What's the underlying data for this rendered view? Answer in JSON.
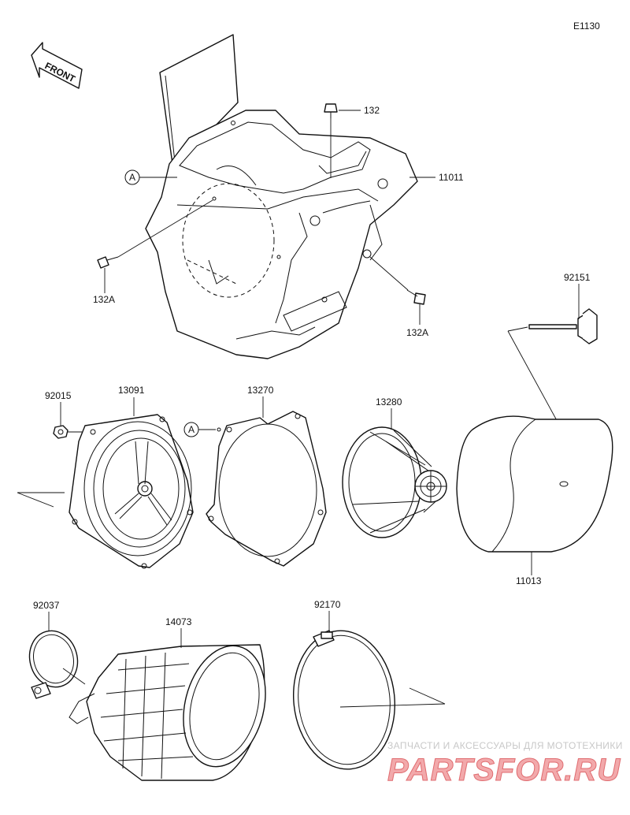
{
  "diagram_code": "E1130",
  "front_marker": "FRONT",
  "callout_ref": "A",
  "labels": {
    "p132": "132",
    "p11011": "11011",
    "p132A_left": "132A",
    "p132A_right": "132A",
    "p92151": "92151",
    "p92015": "92015",
    "p13091": "13091",
    "p13270": "13270",
    "p13280": "13280",
    "p11013": "11013",
    "p92037": "92037",
    "p14073": "14073",
    "p92170": "92170"
  },
  "watermark": {
    "tagline": "ЗАПЧАСТИ И АКСЕССУАРЫ ДЛЯ МОТОТЕХНИКИ",
    "brand": "PARTSFOR.RU"
  }
}
